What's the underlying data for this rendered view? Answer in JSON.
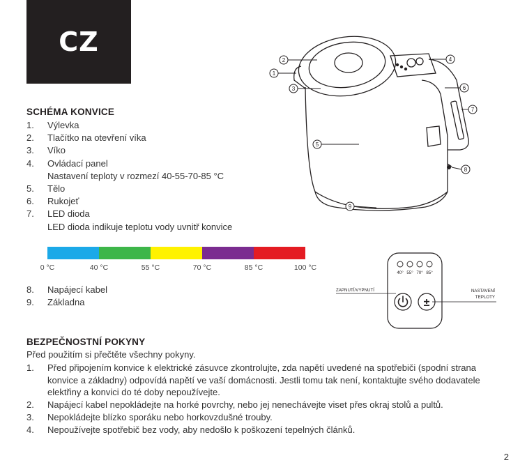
{
  "header": {
    "language_code": "CZ"
  },
  "schema": {
    "title": "SCHÉMA KONVICE",
    "items": [
      {
        "number": "1.",
        "label": "Výlevka"
      },
      {
        "number": "2.",
        "label": "Tlačítko na otevření víka"
      },
      {
        "number": "3.",
        "label": "Víko"
      },
      {
        "number": "4.",
        "label": "Ovládací panel",
        "sub": "Nastavení teploty v rozmezí 40-55-70-85 °C"
      },
      {
        "number": "5.",
        "label": "Tělo"
      },
      {
        "number": "6.",
        "label": "Rukojeť"
      },
      {
        "number": "7.",
        "label": "LED dioda",
        "sub": "LED dioda indikuje teplotu vody uvnitř konvice"
      },
      {
        "number": "8.",
        "label": "Napájecí kabel"
      },
      {
        "number": "9.",
        "label": "Základna"
      }
    ]
  },
  "temperature_scale": {
    "colors": [
      "#1ba9e8",
      "#3db649",
      "#fff200",
      "#7b2c90",
      "#e41c23"
    ],
    "labels": [
      "0 °C",
      "40 °C",
      "55 °C",
      "70 °C",
      "85 °C",
      "100 °C"
    ]
  },
  "diagram": {
    "callouts": [
      "1",
      "2",
      "3",
      "4",
      "5",
      "6",
      "7",
      "8",
      "9"
    ]
  },
  "control_panel": {
    "temp_options": [
      "40°",
      "55°",
      "70°",
      "85°"
    ],
    "power_label": "ZAPNUTÍ/VYPNUTÍ",
    "temp_label_line1": "NASTAVENÍ",
    "temp_label_line2": "TEPLOTY",
    "temp_button_symbol": "±"
  },
  "safety": {
    "title": "BEZPEČNOSTNÍ POKYNY",
    "intro": "Před použitím si přečtěte všechny pokyny.",
    "items": [
      {
        "number": "1.",
        "text": "Před připojením konvice k elektrické zásuvce zkontrolujte, zda napětí uvedené na spotřebiči (spodní strana konvice a základny) odpovídá napětí ve vaší domácnosti. Jestli tomu tak není, kontaktujte svého dodavatele elektřiny a konvici do té doby nepoužívejte."
      },
      {
        "number": "2.",
        "text": "Napájecí kabel nepokládejte na horké povrchy, nebo jej nenechávejte viset přes okraj stolů a pultů."
      },
      {
        "number": "3.",
        "text": "Nepokládejte blízko sporáku nebo horkovzdušné trouby."
      },
      {
        "number": "4.",
        "text": "Nepoužívejte spotřebič bez vody, aby nedošlo k poškození tepelných článků."
      }
    ]
  },
  "page": {
    "number": "2"
  }
}
